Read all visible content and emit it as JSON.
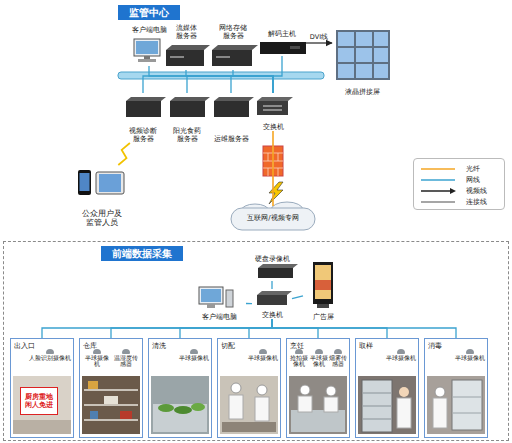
{
  "diagram": {
    "nodes": [
      {
        "text": [
          "监管中心"
        ]
      },
      {
        "text": [
          "客户端电脑"
        ]
      },
      {
        "text": [
          "流媒体服务器"
        ]
      },
      {
        "text": [
          "网络存储服务器"
        ]
      },
      {
        "text": [
          "解码主机"
        ]
      },
      {
        "text": [
          "液晶拼接屏"
        ]
      },
      {
        "text": [
          "视频诊断服务器"
        ]
      },
      {
        "text": [
          "阳光食药服务器"
        ]
      },
      {
        "text": [
          "运维服务器"
        ]
      },
      {
        "text": [
          "交换机"
        ]
      },
      {
        "text": [
          "互联网/视频专网"
        ]
      },
      {
        "text": [
          "公众用户及监管人员"
        ]
      },
      {
        "text": [
          "前端数据采集"
        ]
      },
      {
        "text": [
          "硬盘录像机"
        ],
        "in": 12
      },
      {
        "text": [
          "客户端电脑"
        ],
        "in": 12
      },
      {
        "text": [
          "交换机"
        ],
        "in": 12
      },
      {
        "text": [
          "广告屏"
        ],
        "in": 12
      },
      {
        "text": [
          "出入口",
          "人脸识别摄像机"
        ],
        "in": 12
      },
      {
        "text": [
          "仓库",
          "半球摄像机",
          "温湿度传感器"
        ],
        "in": 12
      },
      {
        "text": [
          "清洗",
          "半球摄像机"
        ],
        "in": 12
      },
      {
        "text": [
          "切配",
          "半球摄像机"
        ],
        "in": 12
      },
      {
        "text": [
          "烹饪",
          "抢拍摄像机",
          "半球摄像机",
          "烟雾传感器"
        ],
        "in": 12
      },
      {
        "text": [
          "取样",
          "半球摄像机"
        ],
        "in": 12
      },
      {
        "text": [
          "消毒",
          "半球摄像机"
        ],
        "in": 12
      }
    ],
    "edges": [
      {
        "from": 1,
        "to": 9,
        "arrow": "none"
      },
      {
        "from": 2,
        "to": 9,
        "arrow": "none"
      },
      {
        "from": 3,
        "to": 9,
        "arrow": "none"
      },
      {
        "from": 4,
        "to": 9,
        "arrow": "none"
      },
      {
        "from": 6,
        "to": 9,
        "arrow": "none"
      },
      {
        "from": 7,
        "to": 9,
        "arrow": "none"
      },
      {
        "from": 8,
        "to": 9,
        "arrow": "none"
      },
      {
        "from": 4,
        "to": 5,
        "label": "DVI线",
        "arrow": "to"
      },
      {
        "from": 9,
        "to": 10,
        "arrow": "none"
      },
      {
        "from": 11,
        "to": 6,
        "arrow": "none"
      },
      {
        "from": 13,
        "to": 15,
        "arrow": "none"
      },
      {
        "from": 14,
        "to": 15,
        "arrow": "none"
      },
      {
        "from": 16,
        "to": 15,
        "arrow": "none"
      },
      {
        "from": 15,
        "to": 17,
        "arrow": "none"
      },
      {
        "from": 15,
        "to": 18,
        "arrow": "none"
      },
      {
        "from": 15,
        "to": 19,
        "arrow": "none"
      },
      {
        "from": 15,
        "to": 20,
        "arrow": "none"
      },
      {
        "from": 15,
        "to": 21,
        "arrow": "none"
      },
      {
        "from": 15,
        "to": 22,
        "arrow": "none"
      },
      {
        "from": 15,
        "to": 23,
        "arrow": "none"
      }
    ],
    "labels": [
      "厨房重地 闲人免进"
    ],
    "legend": [
      {
        "text": "光纤"
      },
      {
        "text": "网线"
      },
      {
        "text": "视频线"
      },
      {
        "text": "连接线"
      }
    ]
  }
}
